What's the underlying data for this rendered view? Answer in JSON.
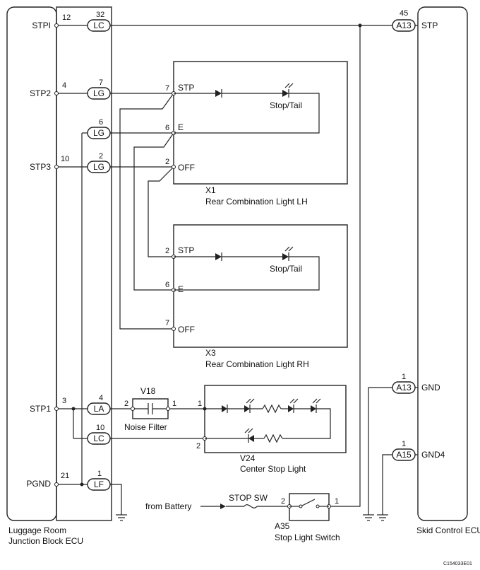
{
  "jb_ecu": {
    "label_line1": "Luggage Room",
    "label_line2": "Junction Block ECU",
    "terminals": [
      {
        "name": "STPI",
        "pin": "12"
      },
      {
        "name": "STP2",
        "pin": "4"
      },
      {
        "name": "STP3",
        "pin": "10"
      },
      {
        "name": "STP1",
        "pin": "3"
      },
      {
        "name": "PGND",
        "pin": "21"
      }
    ]
  },
  "connectors": [
    {
      "code": "LC",
      "pin": "32"
    },
    {
      "code": "LG",
      "pin": "7"
    },
    {
      "code": "LG",
      "pin": "6"
    },
    {
      "code": "LG",
      "pin": "2"
    },
    {
      "code": "LA",
      "pin": "4"
    },
    {
      "code": "LC",
      "pin": "10"
    },
    {
      "code": "LF",
      "pin": "1"
    }
  ],
  "skid_ecu": {
    "label": "Skid Control ECU",
    "terminals": [
      {
        "connector": "A13",
        "pin": "45",
        "name": "STP"
      },
      {
        "connector": "A13",
        "pin": "1",
        "name": "GND"
      },
      {
        "connector": "A15",
        "pin": "1",
        "name": "GND4"
      }
    ]
  },
  "x1": {
    "id": "X1",
    "name": "Rear Combination Light LH",
    "lamp_label": "Stop/Tail",
    "pins": [
      {
        "pin": "7",
        "name": "STP"
      },
      {
        "pin": "6",
        "name": "E"
      },
      {
        "pin": "2",
        "name": "OFF"
      }
    ]
  },
  "x3": {
    "id": "X3",
    "name": "Rear Combination Light RH",
    "lamp_label": "Stop/Tail",
    "pins": [
      {
        "pin": "2",
        "name": "STP"
      },
      {
        "pin": "6",
        "name": "E"
      },
      {
        "pin": "7",
        "name": "OFF"
      }
    ]
  },
  "v18": {
    "id": "V18",
    "name": "Noise Filter",
    "pin_left": "2",
    "pin_right": "1"
  },
  "v24": {
    "id": "V24",
    "name": "Center Stop Light",
    "pin_top": "1",
    "pin_bottom": "2"
  },
  "a35": {
    "id": "A35",
    "name": "Stop Light Switch",
    "pin_left": "2",
    "pin_right": "1"
  },
  "battery": {
    "label": "from Battery",
    "fuse_label": "STOP SW"
  },
  "figure_code": "C154033E01"
}
